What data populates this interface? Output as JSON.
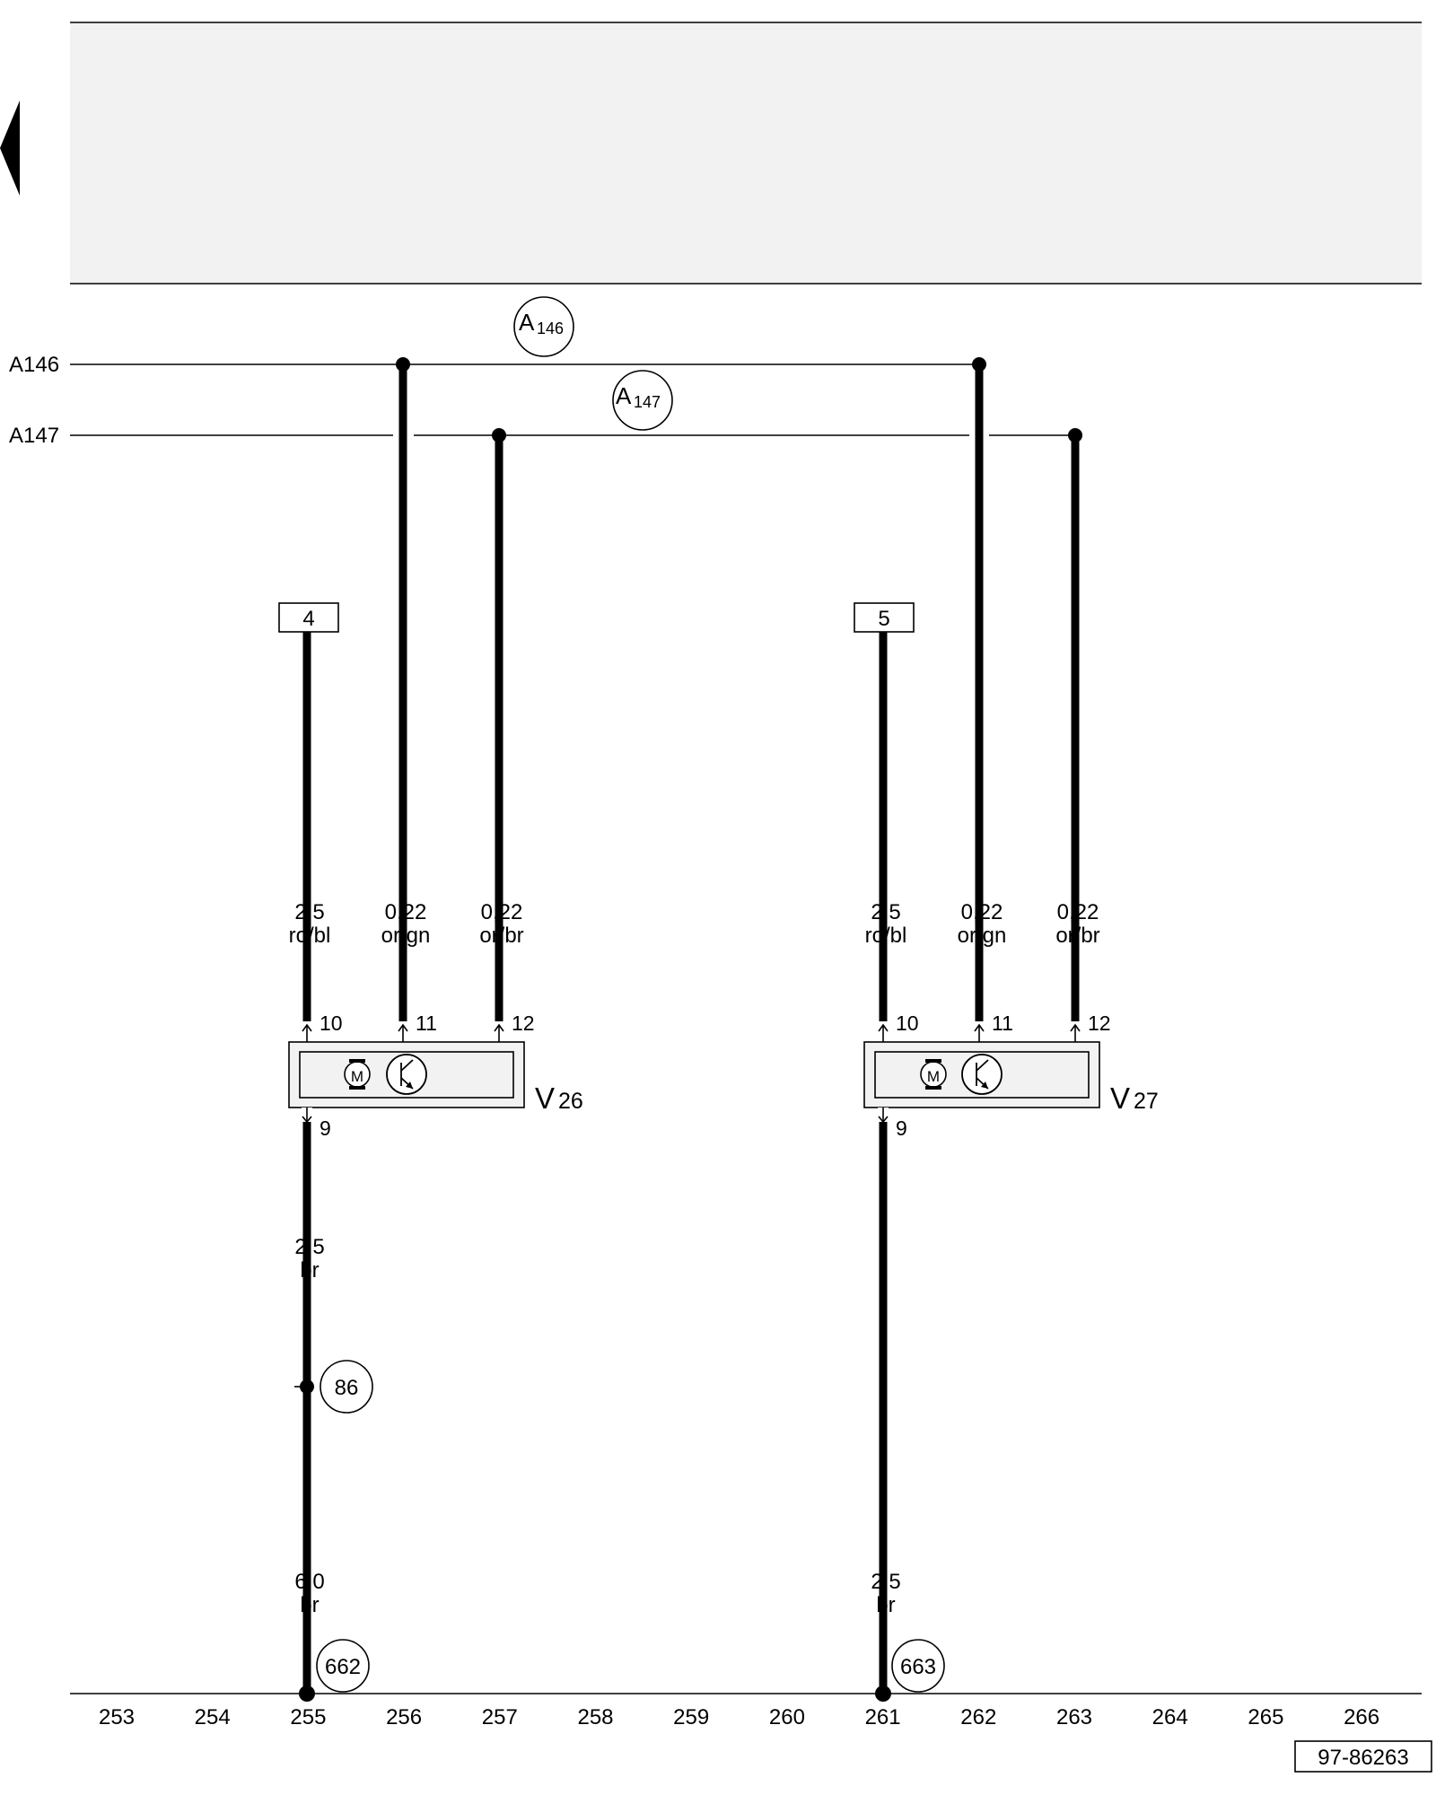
{
  "diagram_id": "97-86263",
  "buses": [
    {
      "label": "A146",
      "marker_main": "A",
      "marker_sub": "146"
    },
    {
      "label": "A147",
      "marker_main": "A",
      "marker_sub": "147"
    }
  ],
  "connectors": [
    {
      "label": "4"
    },
    {
      "label": "5"
    }
  ],
  "components": [
    {
      "name_main": "V",
      "name_sub": "26",
      "motor_symbol": "M",
      "wires_top": [
        {
          "size": "2,5",
          "color": "ro/bl",
          "pin": "10"
        },
        {
          "size": "0,22",
          "color": "or/gn",
          "pin": "11"
        },
        {
          "size": "0,22",
          "color": "or/br",
          "pin": "12"
        }
      ],
      "bottom_pin": "9",
      "wire_bottom_upper": {
        "size": "2,5",
        "color": "br"
      },
      "wire_bottom_lower": {
        "size": "6,0",
        "color": "br"
      },
      "junction": "86",
      "ground": "662"
    },
    {
      "name_main": "V",
      "name_sub": "27",
      "motor_symbol": "M",
      "wires_top": [
        {
          "size": "2,5",
          "color": "ro/bl",
          "pin": "10"
        },
        {
          "size": "0,22",
          "color": "or/gn",
          "pin": "11"
        },
        {
          "size": "0,22",
          "color": "or/br",
          "pin": "12"
        }
      ],
      "bottom_pin": "9",
      "wire_bottom_lower": {
        "size": "2,5",
        "color": "br"
      },
      "ground": "663"
    }
  ],
  "track_numbers": [
    "253",
    "254",
    "255",
    "256",
    "257",
    "258",
    "259",
    "260",
    "261",
    "262",
    "263",
    "264",
    "265",
    "266"
  ],
  "colors": {
    "header_band": "#f2f2f2",
    "line": "#000000"
  }
}
